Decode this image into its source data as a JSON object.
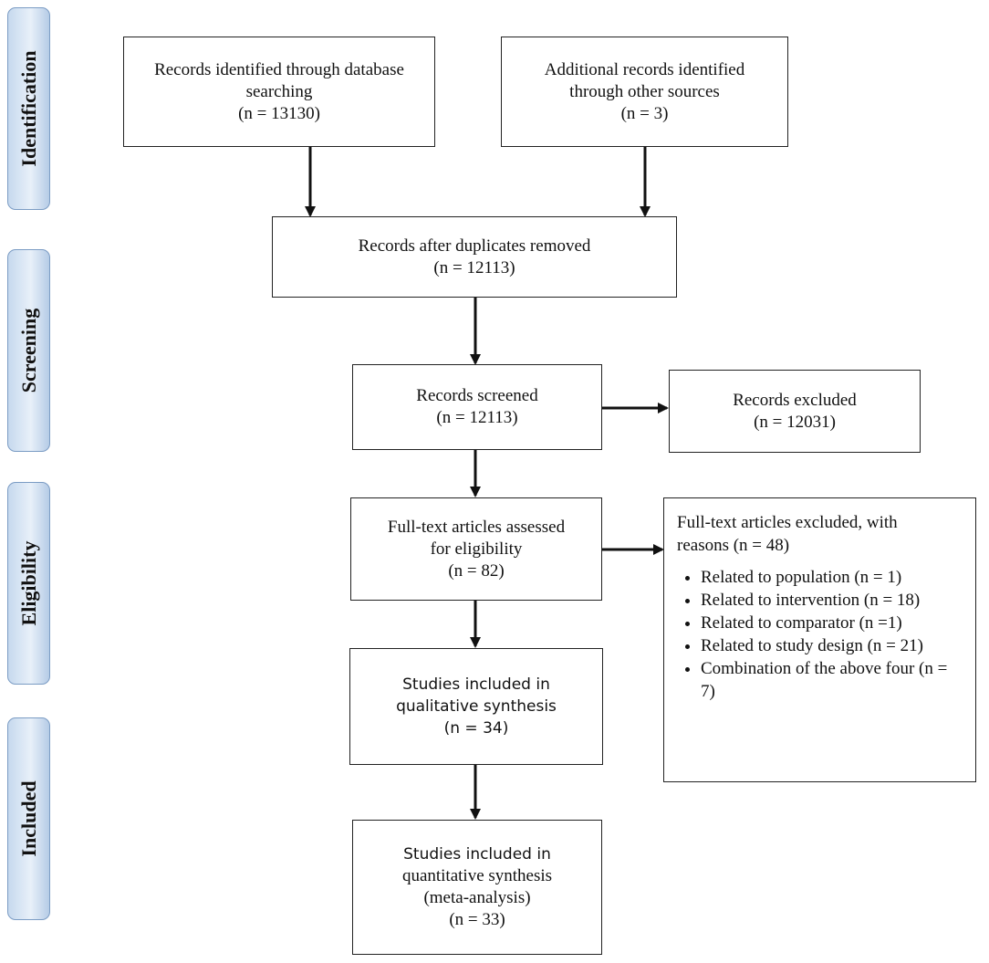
{
  "phases": {
    "identification": "Identification",
    "screening": "Screening",
    "eligibility": "Eligibility",
    "included": "Included"
  },
  "boxes": {
    "database": {
      "line1": "Records identified through database",
      "line2": "searching",
      "line3": "(n = 13130)"
    },
    "other_sources": {
      "line1": "Additional records identified",
      "line2": "through other sources",
      "line3": "(n = 3)"
    },
    "after_duplicates": {
      "line1": "Records after duplicates removed",
      "line2": "(n = 12113)"
    },
    "screened": {
      "line1": "Records screened",
      "line2": "(n = 12113)"
    },
    "excluded": {
      "line1": "Records excluded",
      "line2": "(n = 12031)"
    },
    "full_text": {
      "line1": "Full-text articles assessed",
      "line2": "for eligibility",
      "line3": "(n = 82)"
    },
    "full_text_excluded": {
      "line1": "Full-text articles excluded, with",
      "line2": "reasons (n = 48)",
      "reasons": [
        "Related to population (n = 1)",
        "Related to intervention (n = 18)",
        "Related to comparator (n =1)",
        "Related to study design (n = 21)",
        "Combination of the above four (n = 7)"
      ]
    },
    "qualitative": {
      "line1": "Studies included in",
      "line2": "qualitative synthesis",
      "line3": "(n = 34)"
    },
    "quantitative": {
      "line1": "Studies included in",
      "line2": "quantitative synthesis",
      "line3": "(meta-analysis)",
      "line4": "(n = 33)"
    }
  }
}
